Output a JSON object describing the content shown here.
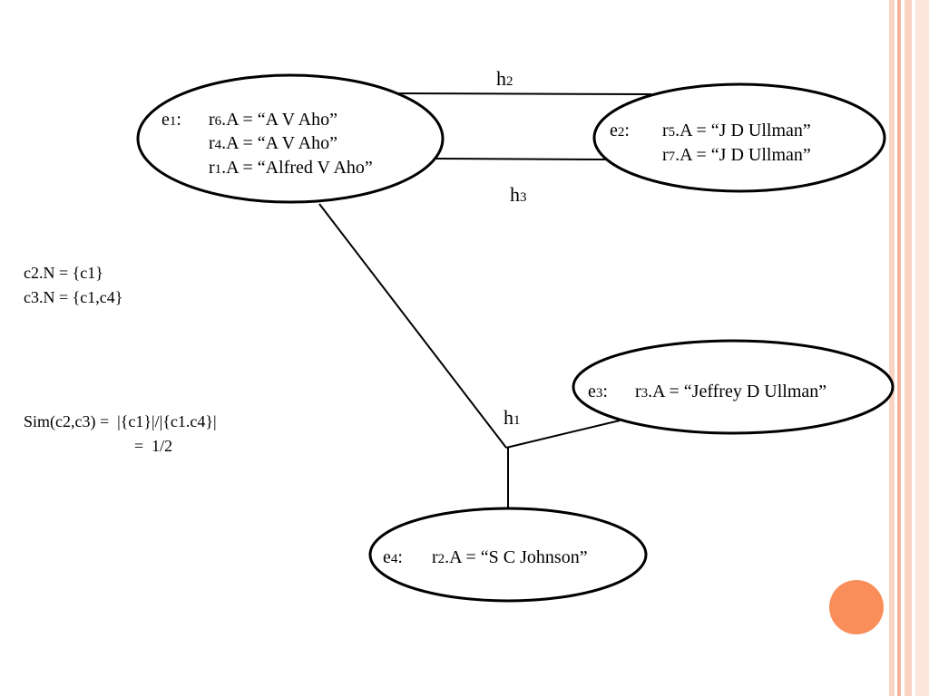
{
  "colors": {
    "accent": "#f98e5b",
    "stripe_light": "#fbd3c3",
    "stripe_mid": "#f6b39a",
    "ink": "#000000"
  },
  "nodes": {
    "e1": {
      "id_prefix": "e",
      "id_sub": "1",
      "id_suffix": ":",
      "rows": [
        {
          "prefix": "r",
          "sub": "6",
          "text": ".A = “A V Aho”"
        },
        {
          "prefix": "r",
          "sub": "4",
          "text": ".A = “A V Aho”"
        },
        {
          "prefix": "r",
          "sub": "1",
          "text": ".A = “Alfred V Aho”"
        }
      ]
    },
    "e2": {
      "id_prefix": "e",
      "id_sub": "2",
      "id_suffix": ":",
      "rows": [
        {
          "prefix": "r",
          "sub": "5",
          "text": ".A = “J D Ullman”"
        },
        {
          "prefix": "r",
          "sub": "7",
          "text": ".A = “J D Ullman”"
        }
      ]
    },
    "e3": {
      "id_prefix": "e",
      "id_sub": "3",
      "id_suffix": ":",
      "rows": [
        {
          "prefix": "r",
          "sub": "3",
          "text": ".A = “Jeffrey D Ullman”"
        }
      ]
    },
    "e4": {
      "id_prefix": "e",
      "id_sub": "4",
      "id_suffix": ":",
      "rows": [
        {
          "prefix": "r",
          "sub": "2",
          "text": ".A = “S C Johnson”"
        }
      ]
    }
  },
  "edges": {
    "h1": {
      "prefix": "h",
      "sub": "1"
    },
    "h2": {
      "prefix": "h",
      "sub": "2"
    },
    "h3": {
      "prefix": "h",
      "sub": "3"
    }
  },
  "notes": {
    "c2n": "c2.N = {c1}",
    "c3n": "c3.N = {c1,c4}",
    "sim_line1": "Sim(c2,c3) =  |{c1}|/|{c1.c4}|",
    "sim_line2": "=  1/2"
  }
}
